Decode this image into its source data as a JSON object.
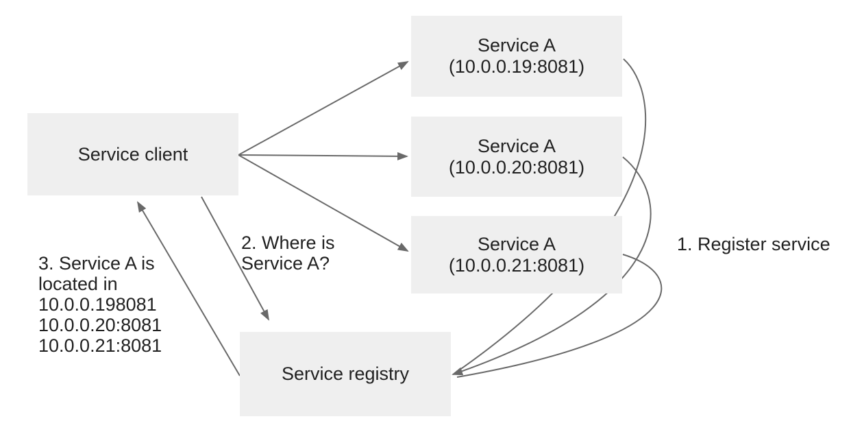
{
  "diagram": {
    "boxes": {
      "client": {
        "label": "Service client"
      },
      "service_a_1": {
        "title": "Service A",
        "address": "(10.0.0.19:8081)"
      },
      "service_a_2": {
        "title": "Service A",
        "address": "(10.0.0.20:8081)"
      },
      "service_a_3": {
        "title": "Service A",
        "address": "(10.0.0.21:8081)"
      },
      "registry": {
        "label": "Service registry"
      }
    },
    "annotations": {
      "step1": {
        "text": "1. Register service"
      },
      "step2": {
        "lines": [
          "2. Where is",
          "Service A?"
        ]
      },
      "step3": {
        "lines": [
          "3. Service A is",
          "located in",
          "10.0.0.198081",
          "10.0.0.20:8081",
          "10.0.0.21:8081"
        ]
      }
    },
    "colors": {
      "background": "#ffffff",
      "box_fill": "#efefef",
      "text": "#212121",
      "arrow": "#696969"
    }
  }
}
